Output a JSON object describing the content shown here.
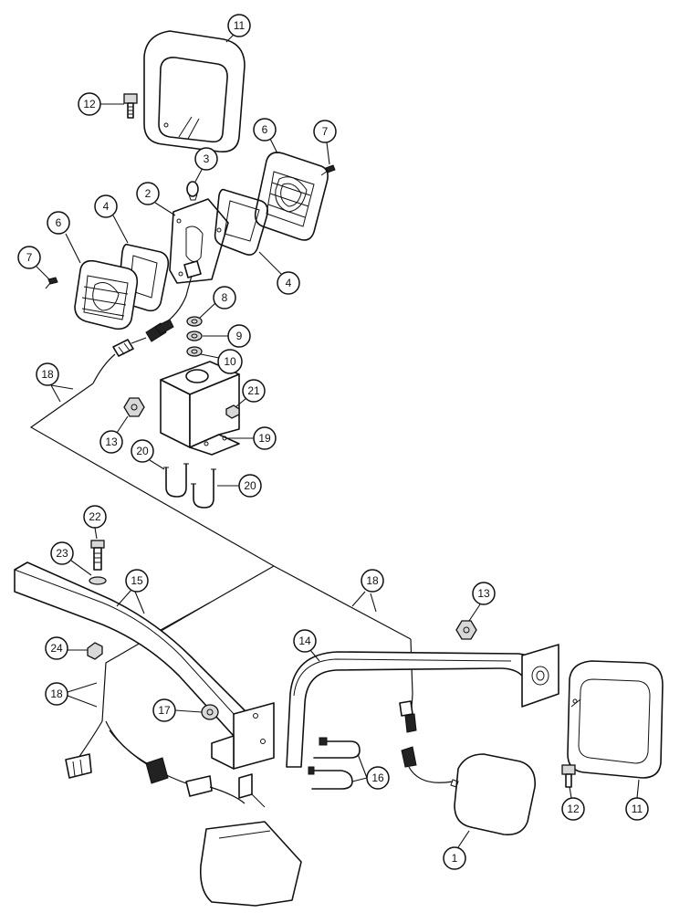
{
  "callouts": {
    "c11_top": "11",
    "c12_top": "12",
    "c3": "3",
    "c2": "2",
    "c4_left": "4",
    "c6_right": "6",
    "c7_right": "7",
    "c6_left": "6",
    "c7_left": "7",
    "c4_right": "4",
    "c8": "8",
    "c9": "9",
    "c10": "10",
    "c18_top": "18",
    "c21": "21",
    "c13_left": "13",
    "c19": "19",
    "c20_left": "20",
    "c20_right": "20",
    "c22": "22",
    "c23": "23",
    "c15": "15",
    "c18_mid": "18",
    "c13_right": "13",
    "c14": "14",
    "c24": "24",
    "c18_left": "18",
    "c17": "17",
    "c16": "16",
    "c1": "1",
    "c12_bottom": "12",
    "c11_bottom": "11"
  }
}
